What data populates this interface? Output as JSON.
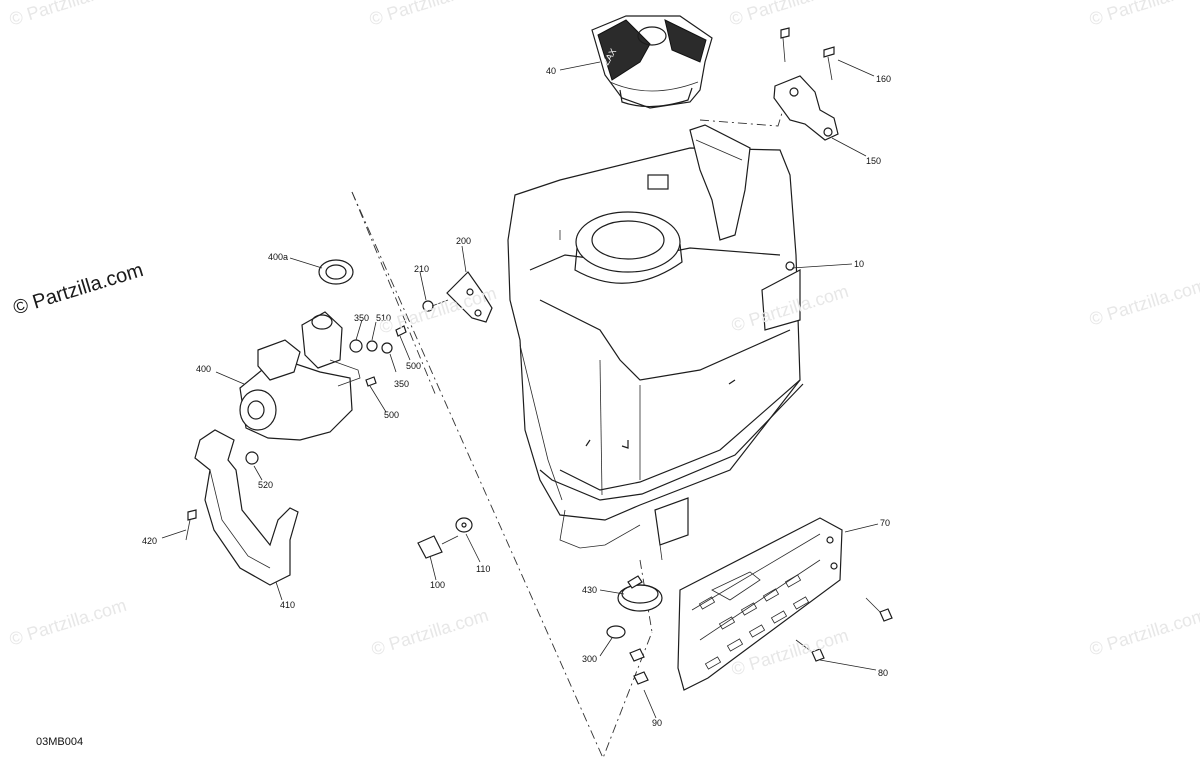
{
  "diagram": {
    "figure_code": "03MB004",
    "watermark_main": "© Partzilla.com",
    "watermark_repeat": "© Partzilla.com",
    "cap_marking": "ZAX",
    "callouts": {
      "c10": "10",
      "c40": "40",
      "c70": "70",
      "c80": "80",
      "c90": "90",
      "c100": "100",
      "c110": "110",
      "c150": "150",
      "c160": "160",
      "c200": "200",
      "c210": "210",
      "c300": "300",
      "c350a": "350",
      "c350b": "350",
      "c400": "400",
      "c400a": "400a",
      "c410": "410",
      "c420": "420",
      "c430": "430",
      "c500a": "500",
      "c500b": "500",
      "c510": "510",
      "c520": "520"
    }
  }
}
